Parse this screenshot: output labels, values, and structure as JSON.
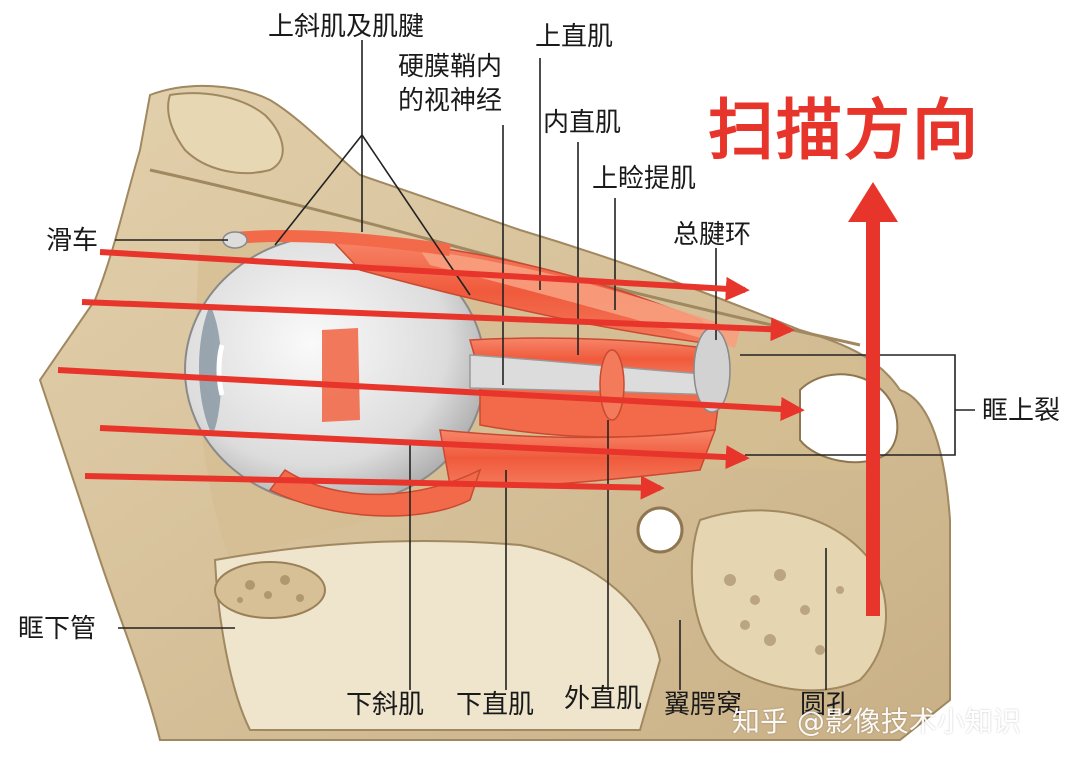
{
  "scan_direction": "扫描方向",
  "labels": {
    "superior_oblique": "上斜肌及肌腱",
    "optic_nerve_line1": "硬膜鞘内",
    "optic_nerve_line2": "的视神经",
    "superior_rectus": "上直肌",
    "medial_rectus": "内直肌",
    "levator": "上睑提肌",
    "annulus": "总腱环",
    "trochlea": "滑车",
    "superior_orbital_fissure": "眶上裂",
    "infraorbital_canal": "眶下管",
    "inferior_oblique": "下斜肌",
    "inferior_rectus": "下直肌",
    "lateral_rectus": "外直肌",
    "pterygopalatine_fossa": "翼腭窝",
    "foramen_rotundum": "圆孔"
  },
  "watermark": "知乎 @影像技术小知识",
  "colors": {
    "arrow": "#e8352b",
    "bone": "#d9c4a0",
    "bone_dark": "#b49a70",
    "muscle": "#f26a4a",
    "eye": "#e4e4e4",
    "sinus": "#efe4cc"
  }
}
